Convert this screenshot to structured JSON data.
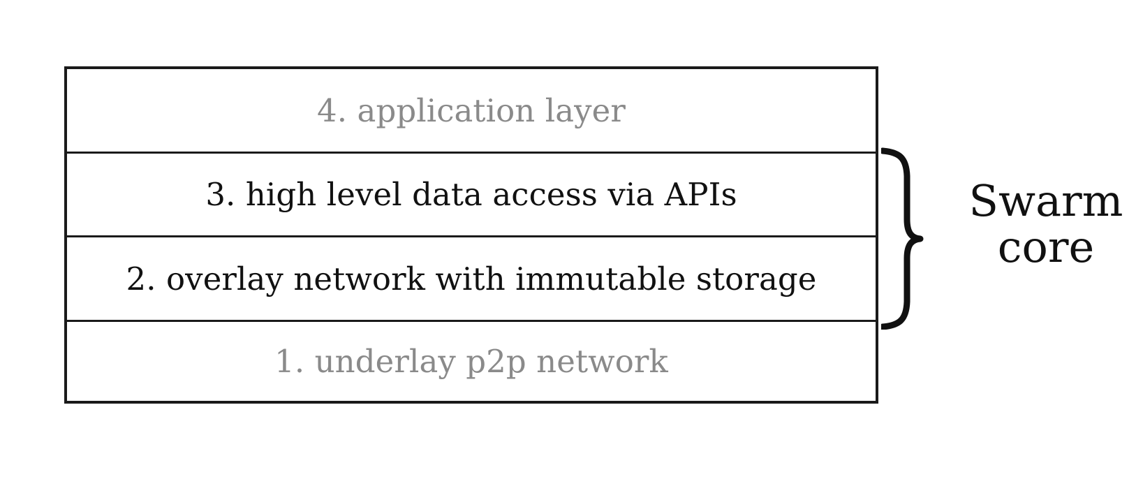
{
  "diagram": {
    "title": "Swarm layered architecture stack",
    "colors": {
      "border": "#1a1a1a",
      "text_active": "#111111",
      "text_dimmed": "#8a8a8a",
      "background": "#ffffff"
    },
    "layers": [
      {
        "number": "4",
        "label": "4. application layer",
        "emphasis": "dimmed"
      },
      {
        "number": "3",
        "label": "3. high level data access via APIs",
        "emphasis": "active"
      },
      {
        "number": "2",
        "label": "2. overlay network with immutable storage",
        "emphasis": "active"
      },
      {
        "number": "1",
        "label": "1. underlay p2p network",
        "emphasis": "dimmed"
      }
    ],
    "annotation": {
      "line1": "Swarm",
      "line2": "core",
      "brace_icon": "right-curly-brace-icon",
      "spans_layers": [
        "3",
        "2"
      ]
    }
  }
}
